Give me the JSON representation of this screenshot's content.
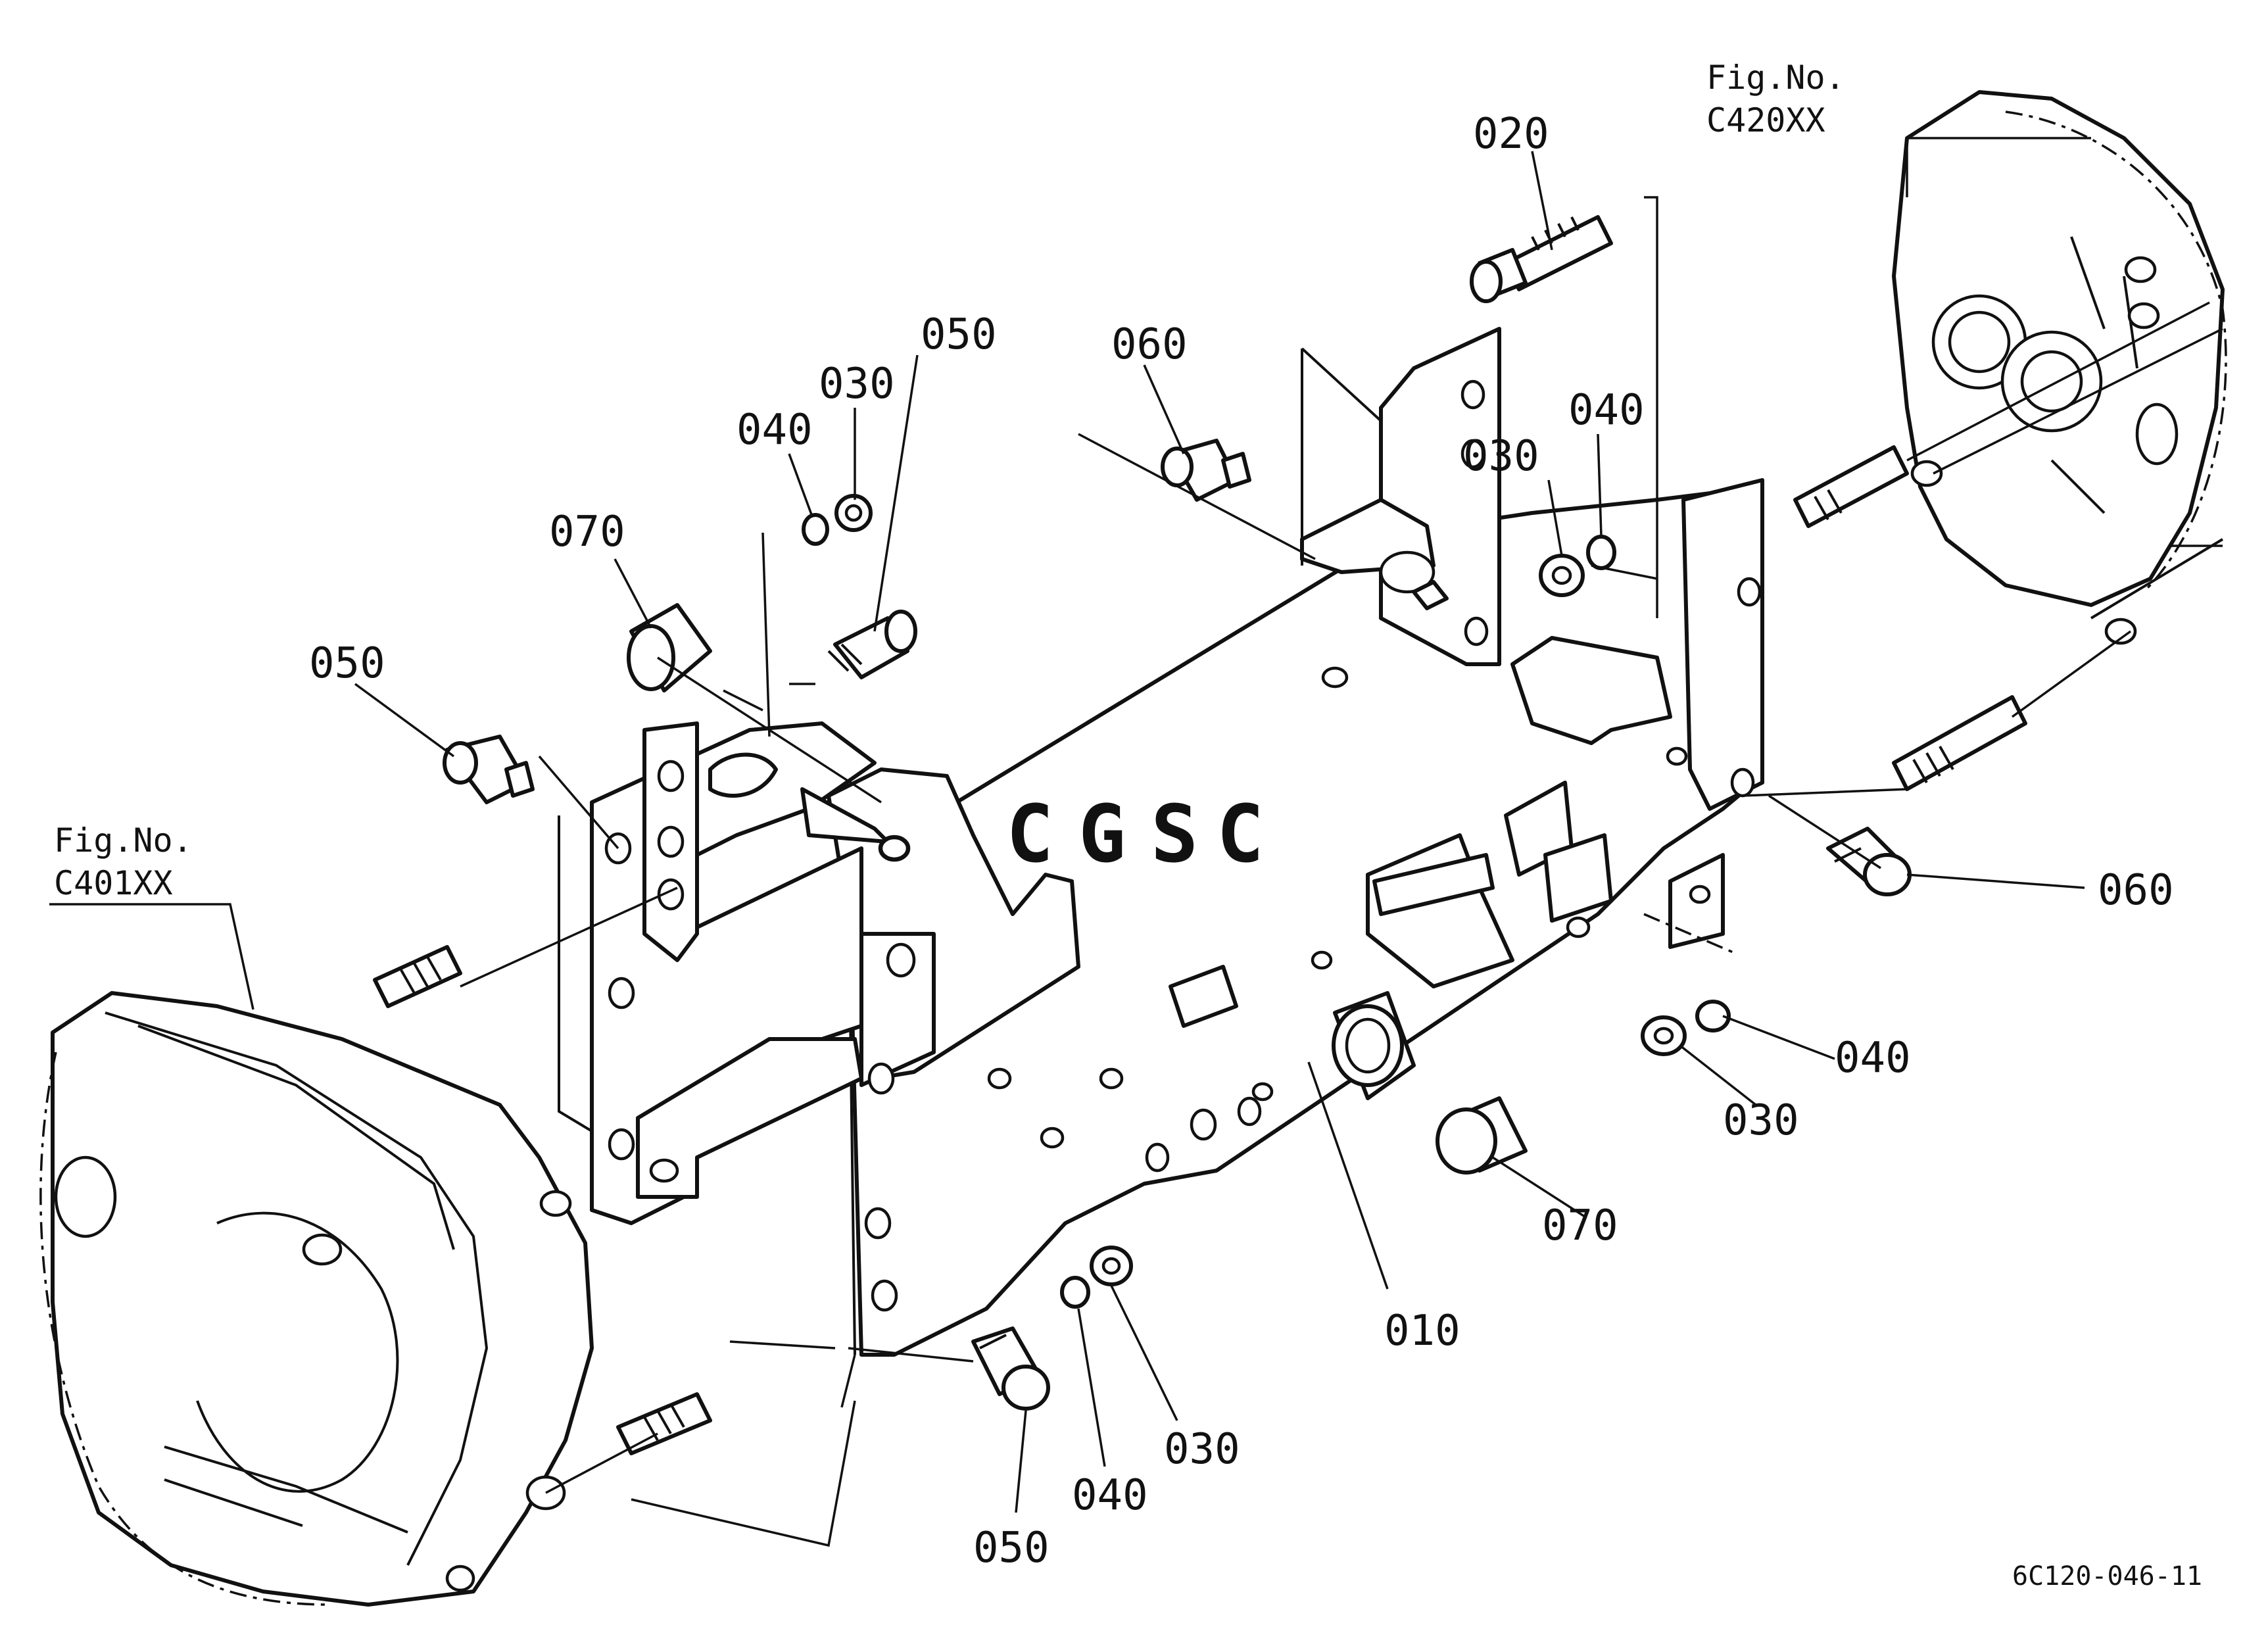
{
  "diagram": {
    "doc_id": "6C120-046-11",
    "watermark": {
      "letters": [
        "C",
        "G",
        "S",
        "C"
      ],
      "colors": [
        "#6e9cf2",
        "#f0908a",
        "#f4cf5c",
        "#7fc7a6"
      ]
    },
    "figure_refs": [
      {
        "id": "front",
        "line1": "Fig.No.",
        "line2": "C401XX"
      },
      {
        "id": "rear",
        "line1": "Fig.No.",
        "line2": "C420XX"
      }
    ],
    "callouts": [
      {
        "id": "c010",
        "label": "010"
      },
      {
        "id": "c020",
        "label": "020"
      },
      {
        "id": "c030a",
        "label": "030"
      },
      {
        "id": "c030b",
        "label": "030"
      },
      {
        "id": "c030c",
        "label": "030"
      },
      {
        "id": "c030d",
        "label": "030"
      },
      {
        "id": "c040a",
        "label": "040"
      },
      {
        "id": "c040b",
        "label": "040"
      },
      {
        "id": "c040c",
        "label": "040"
      },
      {
        "id": "c040d",
        "label": "040"
      },
      {
        "id": "c050a",
        "label": "050"
      },
      {
        "id": "c050b",
        "label": "050"
      },
      {
        "id": "c050c",
        "label": "050"
      },
      {
        "id": "c060a",
        "label": "060"
      },
      {
        "id": "c060b",
        "label": "060"
      },
      {
        "id": "c070a",
        "label": "070"
      },
      {
        "id": "c070b",
        "label": "070"
      }
    ]
  }
}
